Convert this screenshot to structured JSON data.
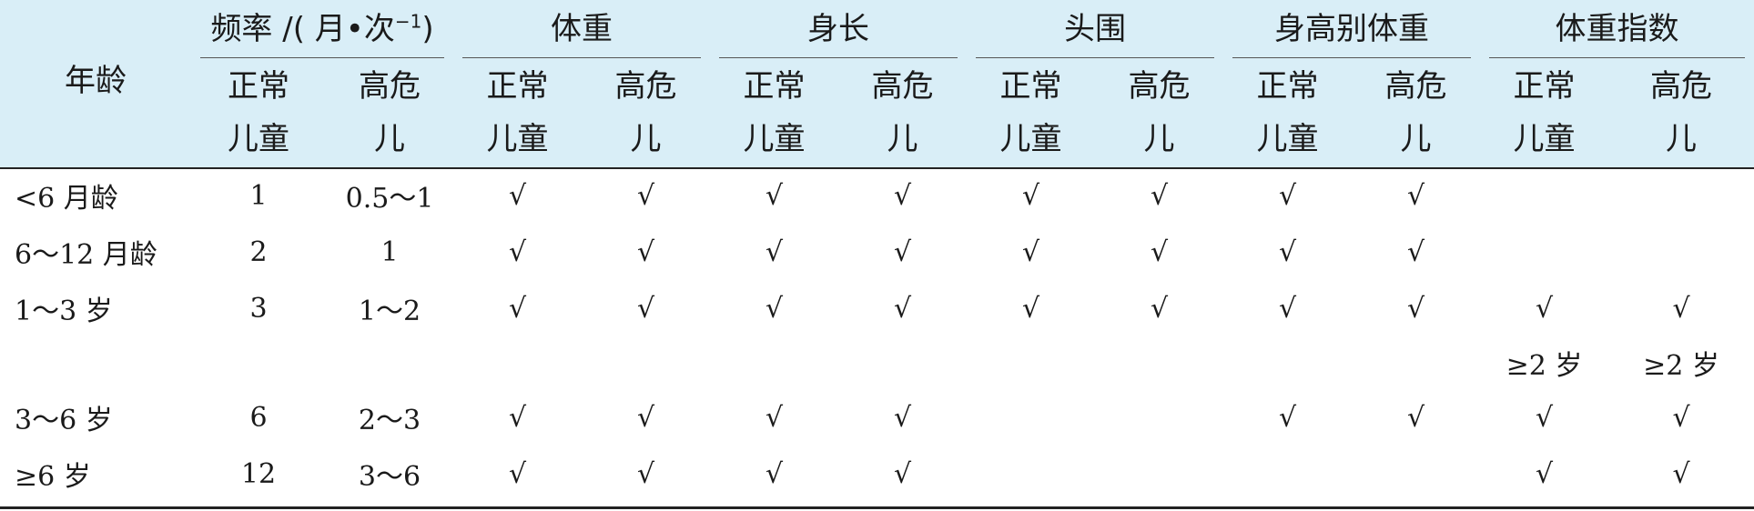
{
  "header": {
    "age": "年龄",
    "frequency_prefix": "频率 /( 月•次",
    "frequency_sup": "−1",
    "frequency_suffix": ")",
    "groups": [
      "体重",
      "身长",
      "头围",
      "身高别体重",
      "体重指数"
    ],
    "sub_normal": [
      "正常",
      "儿童"
    ],
    "sub_highrisk": [
      "高危",
      "儿"
    ]
  },
  "rows": [
    {
      "age": "<6 月龄",
      "freq_normal": "1",
      "freq_high": "0.5～1",
      "cells": [
        "√",
        "√",
        "√",
        "√",
        "√",
        "√",
        "√",
        "√",
        "",
        ""
      ]
    },
    {
      "age": "6～12 月龄",
      "freq_normal": "2",
      "freq_high": "1",
      "cells": [
        "√",
        "√",
        "√",
        "√",
        "√",
        "√",
        "√",
        "√",
        "",
        ""
      ]
    },
    {
      "age": "1～3 岁",
      "freq_normal": "3",
      "freq_high": "1～2",
      "cells": [
        "√",
        "√",
        "√",
        "√",
        "√",
        "√",
        "√",
        "√",
        "√",
        "√"
      ]
    },
    {
      "age": "",
      "freq_normal": "",
      "freq_high": "",
      "cells": [
        "",
        "",
        "",
        "",
        "",
        "",
        "",
        "",
        "≥2 岁",
        "≥2 岁"
      ],
      "note": true
    },
    {
      "age": "3～6 岁",
      "freq_normal": "6",
      "freq_high": "2～3",
      "cells": [
        "√",
        "√",
        "√",
        "√",
        "",
        "",
        "√",
        "√",
        "√",
        "√"
      ]
    },
    {
      "age": "≥6 岁",
      "freq_normal": "12",
      "freq_high": "3～6",
      "cells": [
        "√",
        "√",
        "√",
        "√",
        "",
        "",
        "",
        "",
        "√",
        "√"
      ]
    }
  ]
}
